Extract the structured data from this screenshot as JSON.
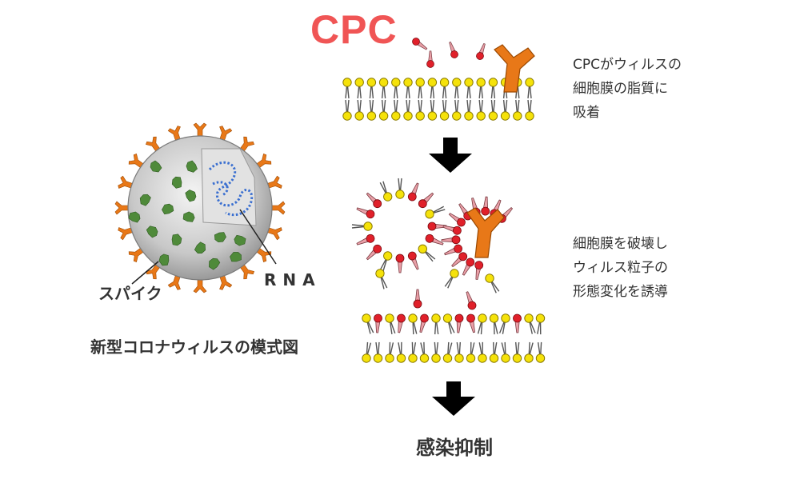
{
  "texts": {
    "cpc": "CPC",
    "step1": [
      "CPCがウィルスの",
      "細胞膜の脂質に",
      "吸着"
    ],
    "step2": [
      "細胞膜を破壊し",
      "ウィルス粒子の",
      "形態変化を誘導"
    ],
    "spike_label": "スパイク",
    "rna_label": "RNA",
    "virus_caption": "新型コロナウィルスの模式図",
    "result": "感染抑制"
  },
  "colors": {
    "cpc_text": "#f05555",
    "lipid_head": "#f5e20a",
    "cpc_head": "#e0202a",
    "cpc_head_light": "#e9a0a8",
    "spike": "#e87818",
    "protein": "#4f8a3a",
    "rna": "#3a6fd0",
    "virus_body": "#bdbdbd",
    "arrow": "#000000"
  }
}
